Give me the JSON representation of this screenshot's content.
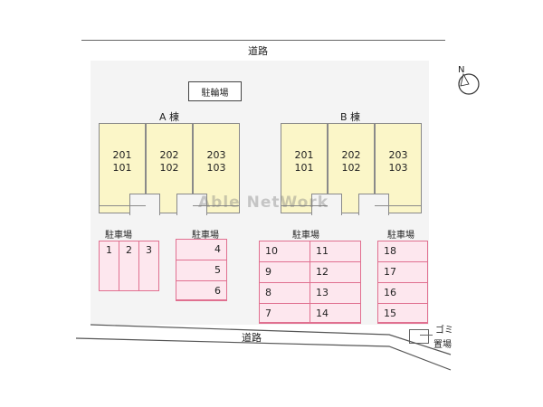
{
  "roads": {
    "top": "道路",
    "bottom": "道路"
  },
  "bicycle_parking": "駐輪場",
  "buildings": [
    {
      "name": "A 棟",
      "units": [
        {
          "upper": "201",
          "lower": "101"
        },
        {
          "upper": "202",
          "lower": "102"
        },
        {
          "upper": "203",
          "lower": "103"
        }
      ]
    },
    {
      "name": "B 棟",
      "units": [
        {
          "upper": "201",
          "lower": "101"
        },
        {
          "upper": "202",
          "lower": "102"
        },
        {
          "upper": "203",
          "lower": "103"
        }
      ]
    }
  ],
  "parking_label": "駐車場",
  "parking": {
    "lot1": [
      "1",
      "2",
      "3"
    ],
    "lot2": [
      "4",
      "5",
      "6"
    ],
    "lot3_left": [
      "10",
      "9",
      "8",
      "7"
    ],
    "lot3_right": [
      "11",
      "12",
      "13",
      "14"
    ],
    "lot4": [
      "18",
      "17",
      "16",
      "15"
    ]
  },
  "garbage": {
    "line1": "ゴミ",
    "line2": "置場"
  },
  "watermark": "Able NetWork",
  "compass": "N",
  "colors": {
    "unit_fill": "#fbf6c8",
    "parking_fill": "#fde7ee",
    "parking_border": "#e07090",
    "site_fill": "#f4f4f4"
  }
}
